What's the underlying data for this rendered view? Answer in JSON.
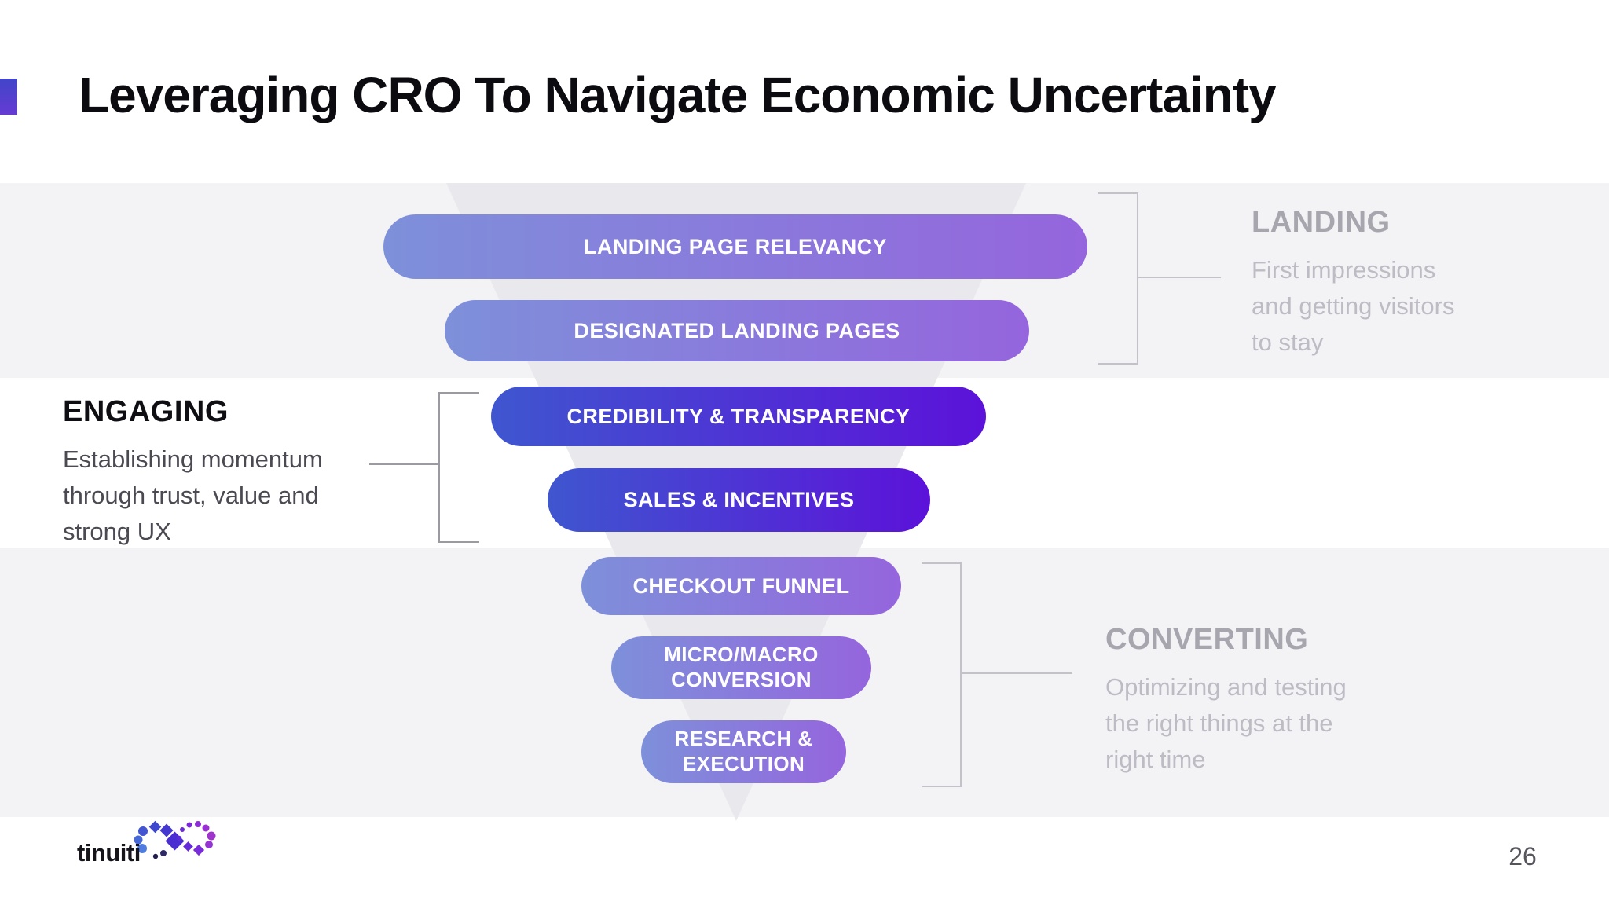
{
  "slide": {
    "title": "Leveraging CRO To Navigate Economic Uncertainty",
    "page_number": "26",
    "logo_text": "tinuiti"
  },
  "funnel": {
    "bars": [
      {
        "label": "LANDING PAGE RELEVANCY",
        "group": "landing",
        "style": "soft"
      },
      {
        "label": "DESIGNATED LANDING PAGES",
        "group": "landing",
        "style": "soft"
      },
      {
        "label": "CREDIBILITY & TRANSPARENCY",
        "group": "engaging",
        "style": "vivid"
      },
      {
        "label": "SALES & INCENTIVES",
        "group": "engaging",
        "style": "vivid"
      },
      {
        "label": "CHECKOUT FUNNEL",
        "group": "converting",
        "style": "soft"
      },
      {
        "label": "MICRO/MACRO CONVERSION",
        "group": "converting",
        "style": "soft"
      },
      {
        "label": "RESEARCH & EXECUTION",
        "group": "converting",
        "style": "soft"
      }
    ]
  },
  "sections": {
    "landing": {
      "title": "LANDING",
      "lines": [
        "First impressions",
        "and getting visitors",
        "to stay"
      ]
    },
    "engaging": {
      "title": "ENGAGING",
      "lines": [
        "Establishing momentum",
        "through trust, value and",
        "strong UX"
      ]
    },
    "converting": {
      "title": "CONVERTING",
      "lines": [
        "Optimizing and testing",
        "the right things at the",
        "right time"
      ]
    }
  },
  "colors": {
    "band": "#f3f2f5",
    "funnel_shape": "#e9e8ec",
    "bar_soft_a": "#7e90da",
    "bar_soft_b": "#9565dd",
    "bar_vivid_a": "#3f56cf",
    "bar_vivid_b": "#5c12d9",
    "accent_a": "#4145c8",
    "accent_b": "#653bd4",
    "heading_muted": "#a7a6ae",
    "text_muted": "#bdbcc4",
    "heading_dark": "#0f0e13",
    "text_dark": "#4b4a52",
    "bracket_gray": "#c3c2c8",
    "bracket_dark": "#9b9aa1",
    "title": "#0b0b10",
    "page_number": "#55555c",
    "logo_text": "#16141a"
  }
}
